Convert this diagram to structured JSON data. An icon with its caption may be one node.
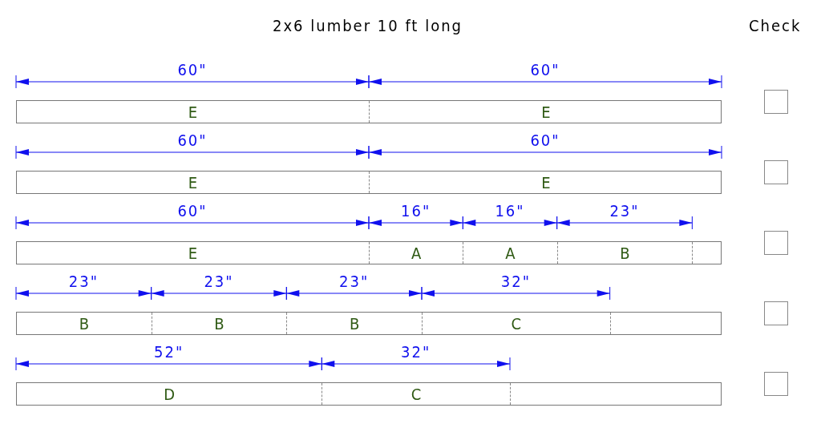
{
  "diagram": {
    "title": "2x6 lumber 10 ft long",
    "nodes": [
      {
        "text": [],
        "shape": "bar"
      },
      {
        "text": [
          "E"
        ],
        "in": 0
      },
      {
        "text": [
          "E"
        ],
        "in": 0
      },
      {
        "text": [],
        "shape": "box"
      },
      {
        "text": [],
        "shape": "bar"
      },
      {
        "text": [
          "E"
        ],
        "in": 4
      },
      {
        "text": [
          "E"
        ],
        "in": 4
      },
      {
        "text": [],
        "shape": "box"
      },
      {
        "text": [],
        "shape": "bar"
      },
      {
        "text": [
          "E"
        ],
        "in": 8
      },
      {
        "text": [
          "A"
        ],
        "in": 8
      },
      {
        "text": [
          "A"
        ],
        "in": 8
      },
      {
        "text": [
          "B"
        ],
        "in": 8
      },
      {
        "text": [],
        "shape": "box"
      },
      {
        "text": [],
        "shape": "bar"
      },
      {
        "text": [
          "B"
        ],
        "in": 14
      },
      {
        "text": [
          "B"
        ],
        "in": 14
      },
      {
        "text": [
          "B"
        ],
        "in": 14
      },
      {
        "text": [
          "C"
        ],
        "in": 14
      },
      {
        "text": [],
        "shape": "box"
      },
      {
        "text": [],
        "shape": "bar"
      },
      {
        "text": [
          "D"
        ],
        "in": 20
      },
      {
        "text": [
          "C"
        ],
        "in": 20
      },
      {
        "text": [],
        "shape": "box"
      }
    ],
    "labels": [
      "Check",
      "60\"",
      "60\"",
      "60\"",
      "60\"",
      "60\"",
      "16\"",
      "16\"",
      "23\"",
      "23\"",
      "23\"",
      "23\"",
      "32\"",
      "52\"",
      "32\""
    ]
  }
}
